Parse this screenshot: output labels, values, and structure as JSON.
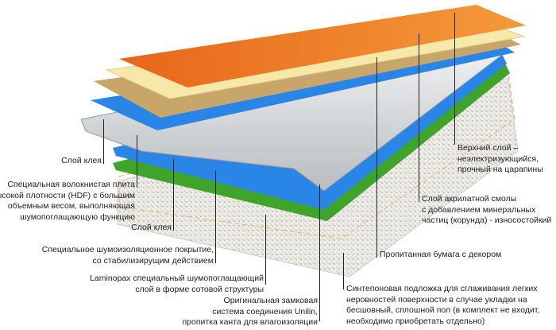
{
  "labels": {
    "top_layer": [
      "Верхний слой –",
      "неэлектризующийся,",
      "прочный на царапины"
    ],
    "acrylic": [
      "Слой акрилатной смолы",
      "с добавлением минеральных",
      "частиц (корунда) - износостойкий"
    ],
    "decor_paper": [
      "Пропитанная бумага с декором"
    ],
    "underlay": [
      "Синтепоновая подложка для сглаживания легких",
      "неровностей поверхности в случае укладки на",
      "бесшовный, сплошной пол (в комплект не входит,",
      "необходимо приобретать отдельно)"
    ],
    "glue1": [
      "Слой клея"
    ],
    "hdf": [
      "Специальная волокнистая плита",
      "высокой плотности (HDF) с большим",
      "объемным весом, выполняющая",
      "шумопоглащающую функцию"
    ],
    "glue2": [
      "Слой клея"
    ],
    "soundproof": [
      "Специальное шумоизоляционное покрытие,",
      "со стабилизирущим действием"
    ],
    "laminopax": [
      "Laminopax специальный шумопоглащающий",
      "слой в форме сотовой структуры"
    ],
    "lock": [
      "Оригинальная замковая",
      "система соединения Unilin,",
      "пропитка канта для влагоизоляции"
    ]
  },
  "colors": {
    "orange": "#f07a1e",
    "cream": "#f5e8a8",
    "wood": "#c8a66a",
    "blue": "#2a86e6",
    "hdf": "#e4e6e8",
    "green": "#3ea52a",
    "underlay": "#e8e6e0"
  }
}
